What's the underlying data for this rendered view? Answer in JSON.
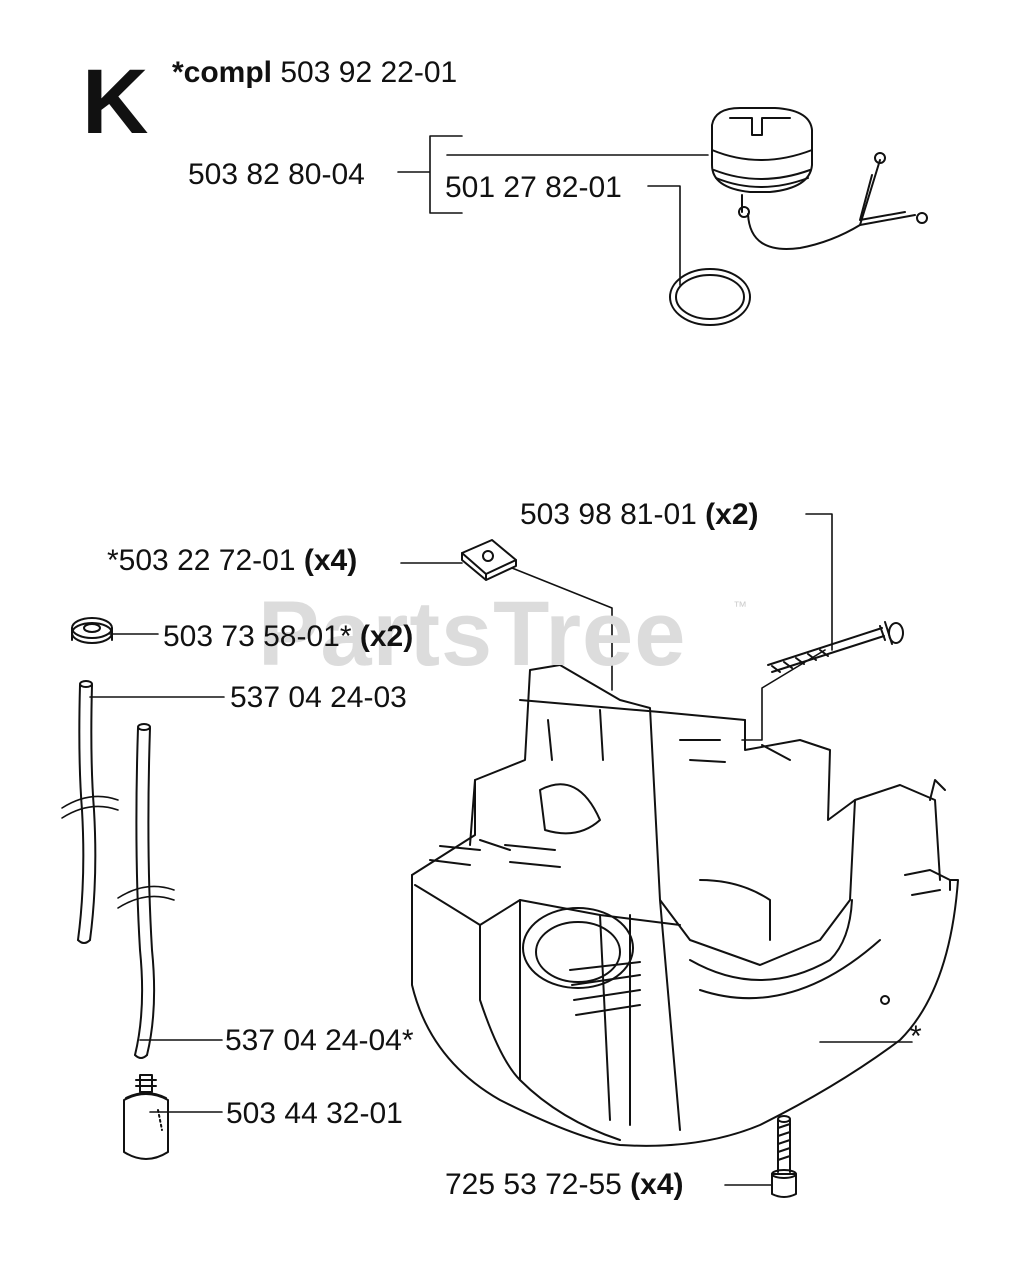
{
  "section_letter": "K",
  "assembly": {
    "prefix": "*compl",
    "number": "503 92 22-01"
  },
  "watermark": {
    "text": "PartsTree",
    "tm": "™"
  },
  "parts": [
    {
      "id": "cap",
      "number": "503 82 80-04",
      "qty": ""
    },
    {
      "id": "oring",
      "number": "501 27 82-01",
      "qty": ""
    },
    {
      "id": "bolt",
      "number": "503 98 81-01",
      "qty": "(x2)"
    },
    {
      "id": "nut",
      "number": "*503 22 72-01",
      "qty": "(x4)"
    },
    {
      "id": "grommet",
      "number": "503 73 58-01*",
      "qty": "(x2)"
    },
    {
      "id": "hose1",
      "number": "537 04 24-03",
      "qty": ""
    },
    {
      "id": "hose2",
      "number": "537 04 24-04*",
      "qty": ""
    },
    {
      "id": "filter",
      "number": "503 44 32-01",
      "qty": ""
    },
    {
      "id": "screw",
      "number": "725 53 72-55",
      "qty": "(x4)"
    },
    {
      "id": "tank",
      "number": "*",
      "qty": ""
    }
  ]
}
